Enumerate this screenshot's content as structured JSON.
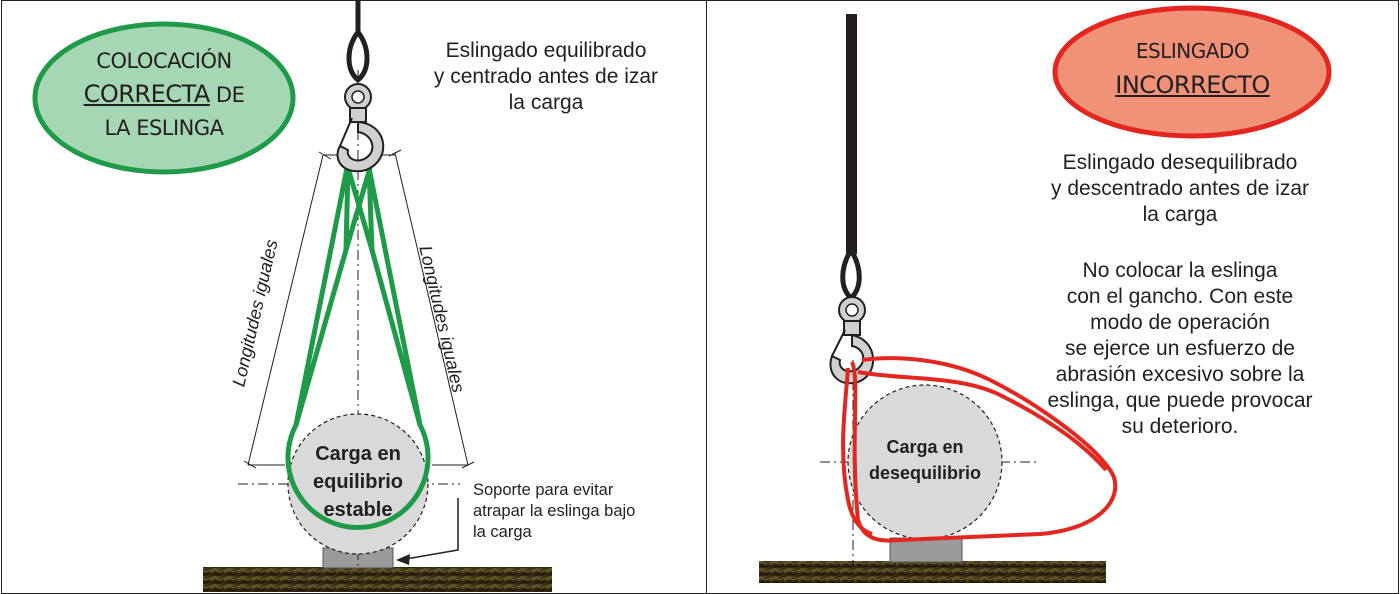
{
  "left_panel": {
    "badge": {
      "line1": "COLOCACIÓN",
      "line2_underlined": "CORRECTA",
      "line2_rest": " DE",
      "line3": "LA ESLINGA",
      "fill_color": "#a6d7b4",
      "border_color": "#1f9a48"
    },
    "description": [
      "Eslingado equilibrado",
      "y centrado antes de izar",
      "la carga"
    ],
    "length_label_left": "Longitudes iguales",
    "length_label_right": "Longitudes iguales",
    "load_label": [
      "Carga en",
      "equilibrio",
      "estable"
    ],
    "support_note": [
      "Soporte para evitar",
      "atrapar la eslinga bajo",
      "la carga"
    ],
    "sling_color": "#1f9a48"
  },
  "right_panel": {
    "badge": {
      "line1": "ESLINGADO",
      "line2_underlined": "INCORRECTO",
      "fill_color": "#ef9278",
      "border_color": "#e3261f"
    },
    "description": [
      "Eslingado desequilibrado",
      "y descentrado antes de izar",
      "la carga"
    ],
    "warning": [
      "No colocar la eslinga",
      "con el gancho. Con este",
      "modo de operación",
      "se ejerce un esfuerzo de",
      "abrasión excesivo sobre la",
      "eslinga, que puede provocar",
      "su deterioro."
    ],
    "load_label": [
      "Carga en",
      "desequilibrio"
    ],
    "sling_color": "#e3261f"
  }
}
